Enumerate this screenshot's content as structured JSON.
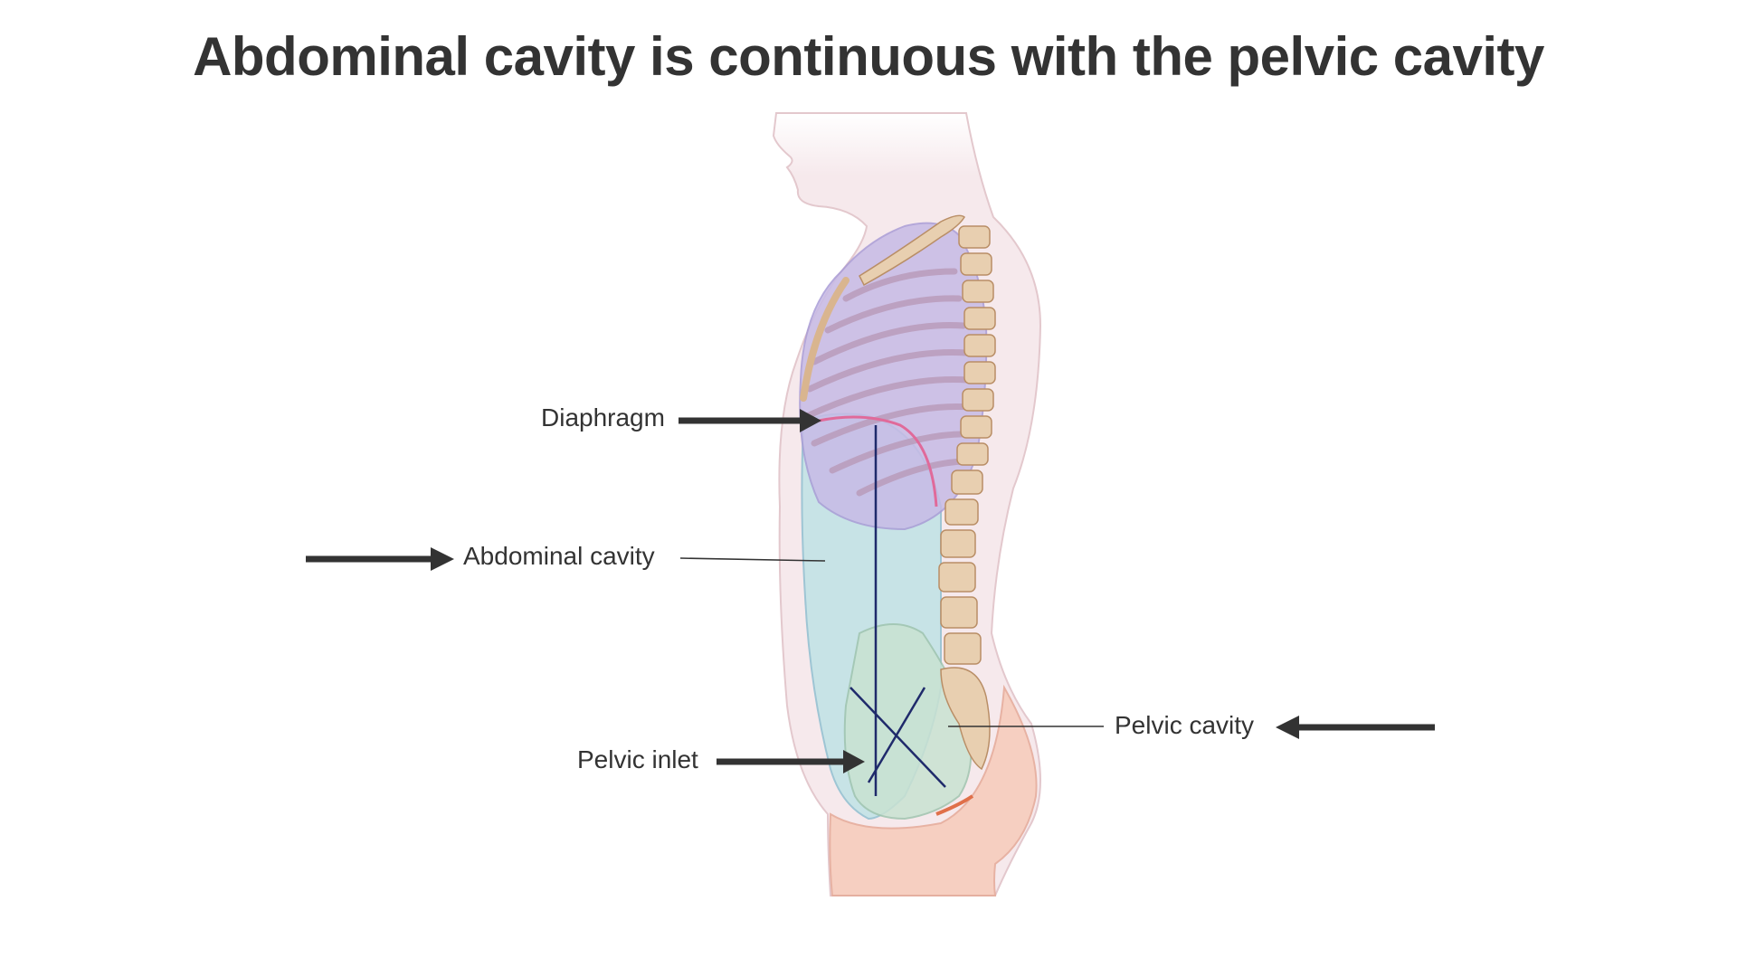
{
  "title": "Abdominal cavity is continuous with the pelvic cavity",
  "labels": {
    "diaphragm": "Diaphragm",
    "abdominal_cavity": "Abdominal cavity",
    "pelvic_inlet": "Pelvic inlet",
    "pelvic_cavity": "Pelvic cavity"
  },
  "colors": {
    "text": "#333333",
    "arrow": "#333333",
    "body": "#f6e9ec",
    "lung_thorax": "#c7bbe6",
    "abdomen": "#bfe3e6",
    "pelvis_bone": "#c9e2d2",
    "spine": "#e8cfb0",
    "skin_lower": "#f7cdbd",
    "axis_line": "#1f2a6b",
    "diaphragm_line": "#e06a9a"
  },
  "icons": {
    "arrow": "right-arrow-icon",
    "arrow_left": "left-arrow-icon"
  }
}
